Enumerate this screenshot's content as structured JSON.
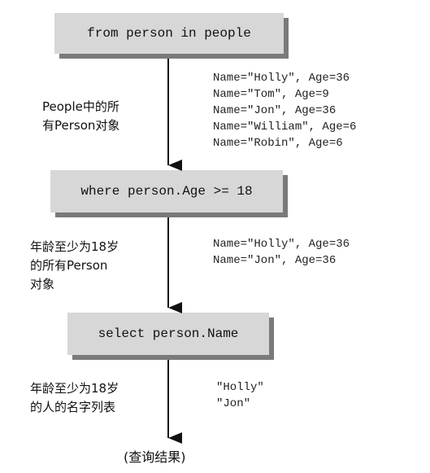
{
  "steps": [
    {
      "code": "from person in people"
    },
    {
      "code": "where person.Age >= 18"
    },
    {
      "code": "select person.Name"
    }
  ],
  "annotations": [
    {
      "lines": [
        "People中的所",
        "有Person对象"
      ],
      "items": [
        "Name=\"Holly\", Age=36",
        "Name=\"Tom\", Age=9",
        "Name=\"Jon\", Age=36",
        "Name=\"William\", Age=6",
        "Name=\"Robin\", Age=6"
      ]
    },
    {
      "lines": [
        "年龄至少为18岁",
        "的所有Person",
        "对象"
      ],
      "items": [
        "Name=\"Holly\", Age=36",
        "Name=\"Jon\", Age=36"
      ]
    },
    {
      "lines": [
        "年龄至少为18岁",
        "的人的名字列表"
      ],
      "items": [
        "\"Holly\"",
        "\"Jon\""
      ]
    }
  ],
  "result": "(查询结果)"
}
